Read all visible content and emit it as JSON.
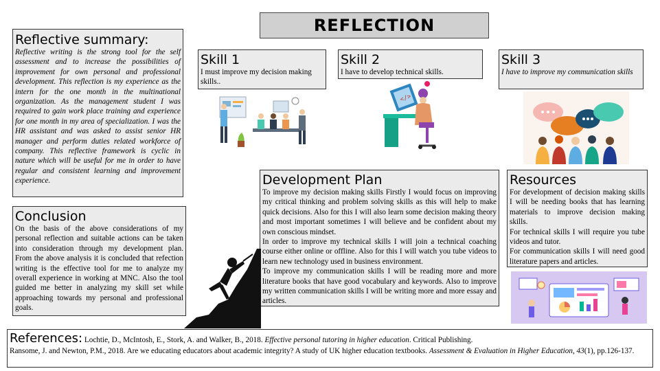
{
  "title": "REFLECTION",
  "summary": {
    "heading": "Reflective summary:",
    "text": "Reflective writing is the strong tool for the self assessment and to increase the possibilities of improvement for own personal and professional development. This reflection is my experience as the intern for the one month in the multinational organization. As the management student I was required to gain work place training and experience for one month in my area of specialization. I was the HR assistant and was asked to assist senior HR manager and perform duties related workforce of company. This reflective framework is cyclic in nature which will be useful for me in order to have regular and consistent learning and improvement experience."
  },
  "conclusion": {
    "heading": "Conclusion",
    "text": "On the basis of the above considerations of my personal reflection and suitable actions can be taken into consideration through my development plan. From the above analysis it is concluded that refection writing is the effective tool for me to analyze my overall experience in working at MNC. Also the tool guided me better in analyzing my skill set while approaching towards my personal and professional goals."
  },
  "skills": [
    {
      "heading": "Skill 1",
      "text": "I must improve my decision making skills.."
    },
    {
      "heading": "Skill 2",
      "text": "I have to develop technical skills."
    },
    {
      "heading": "Skill 3",
      "text": "I have to improve my communication skills"
    }
  ],
  "development_plan": {
    "heading": "Development Plan",
    "paragraphs": [
      "To improve my decision making skills Firstly I would focus on improving my critical thinking and problem solving skills as this will help to make quick decisions. Also for this I will also learn some decision making theory and most important sometimes I will believe and be confident about my own conscious mindset.",
      "In order to improve my technical skills I will join a technical coaching course either online or offline. Also for this I will watch you tube videos to learn new technology used in business environment.",
      "To improve my communication skills I will be reading more and more literature books that have good vocabulary and keywords. Also to improve my written communication skills I will be writing more and more essay and articles."
    ]
  },
  "resources": {
    "heading": "Resources",
    "paragraphs": [
      "For development of decision making skills I will be needing books that has learning materials to improve decision making skills.",
      "For technical skills I will require you tube videos and tutor.",
      "For communication skills I will need good literature papers and articles."
    ]
  },
  "references": {
    "heading": "References:",
    "ref1_plain": "Lochtie, D., McIntosh, E., Stork, A. and Walker, B., 2018. ",
    "ref1_italic": "Effective personal tutoring in higher education",
    "ref1_end": ". Critical Publishing.",
    "ref2_plain": "Ransome, J. and Newton, P.M., 2018. Are we educating educators about academic integrity? A study of UK higher education textbooks. ",
    "ref2_italic": "Assessment & Evaluation in Higher Education",
    "ref2_sep": ", ",
    "ref2_vol": "43",
    "ref2_end": "(1), pp.126-137."
  },
  "colors": {
    "box_fill": "#ebebeb",
    "title_fill": "#d0d0d0",
    "resources_art_bg": "#d6c8f0"
  }
}
